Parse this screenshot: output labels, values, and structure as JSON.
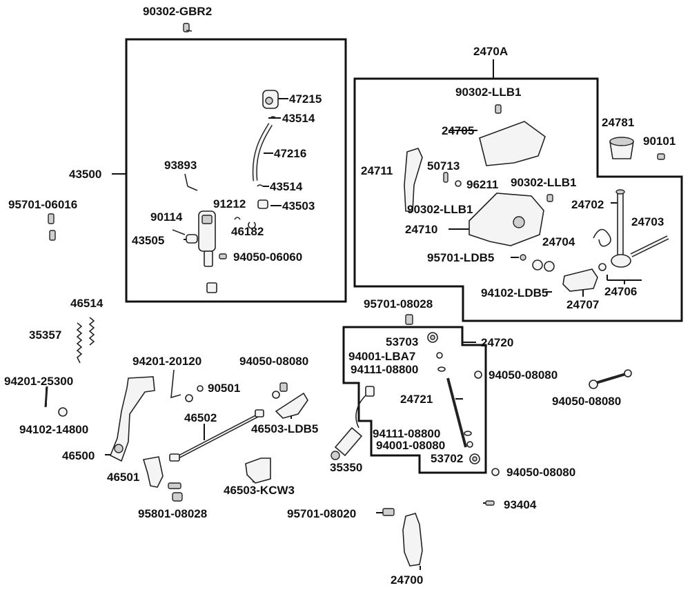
{
  "labels": {
    "90302_GBR2": "90302-GBR2",
    "43500": "43500",
    "47215": "47215",
    "43514_a": "43514",
    "47216": "47216",
    "93893": "93893",
    "43514_b": "43514",
    "91212": "91212",
    "43503": "43503",
    "90114": "90114",
    "46182": "46182",
    "43505": "43505",
    "94050_06060": "94050-06060",
    "95701_06016": "95701-06016",
    "2470A": "2470A",
    "90302_LLB1_a": "90302-LLB1",
    "24705": "24705",
    "24781": "24781",
    "90101": "90101",
    "24711": "24711",
    "50713": "50713",
    "96211": "96211",
    "90302_LLB1_b": "90302-LLB1",
    "24702": "24702",
    "90302_LLB1_c": "90302-LLB1",
    "24710": "24710",
    "24703": "24703",
    "24704": "24704",
    "95701_LDB5": "95701-LDB5",
    "94102_LDB5": "94102-LDB5",
    "24706": "24706",
    "24707": "24707",
    "46514": "46514",
    "35357": "35357",
    "95701_08028": "95701-08028",
    "53703": "53703",
    "24720": "24720",
    "94001_LBA7": "94001-LBA7",
    "94201_20120": "94201-20120",
    "94050_08080_a": "94050-08080",
    "94111_08800_a": "94111-08800",
    "94050_08080_b": "94050-08080",
    "94201_25300": "94201-25300",
    "90501": "90501",
    "24721": "24721",
    "94050_08080_c": "94050-08080",
    "94102_14800": "94102-14800",
    "46502": "46502",
    "46503_LDB5": "46503-LDB5",
    "94111_08800_b": "94111-08800",
    "94001_08080": "94001-08080",
    "46500": "46500",
    "35350": "35350",
    "53702": "53702",
    "94050_08080_d": "94050-08080",
    "46501": "46501",
    "46503_KCW3": "46503-KCW3",
    "95801_08028": "95801-08028",
    "93404": "93404",
    "95701_08020": "95701-08020",
    "24700": "24700"
  }
}
